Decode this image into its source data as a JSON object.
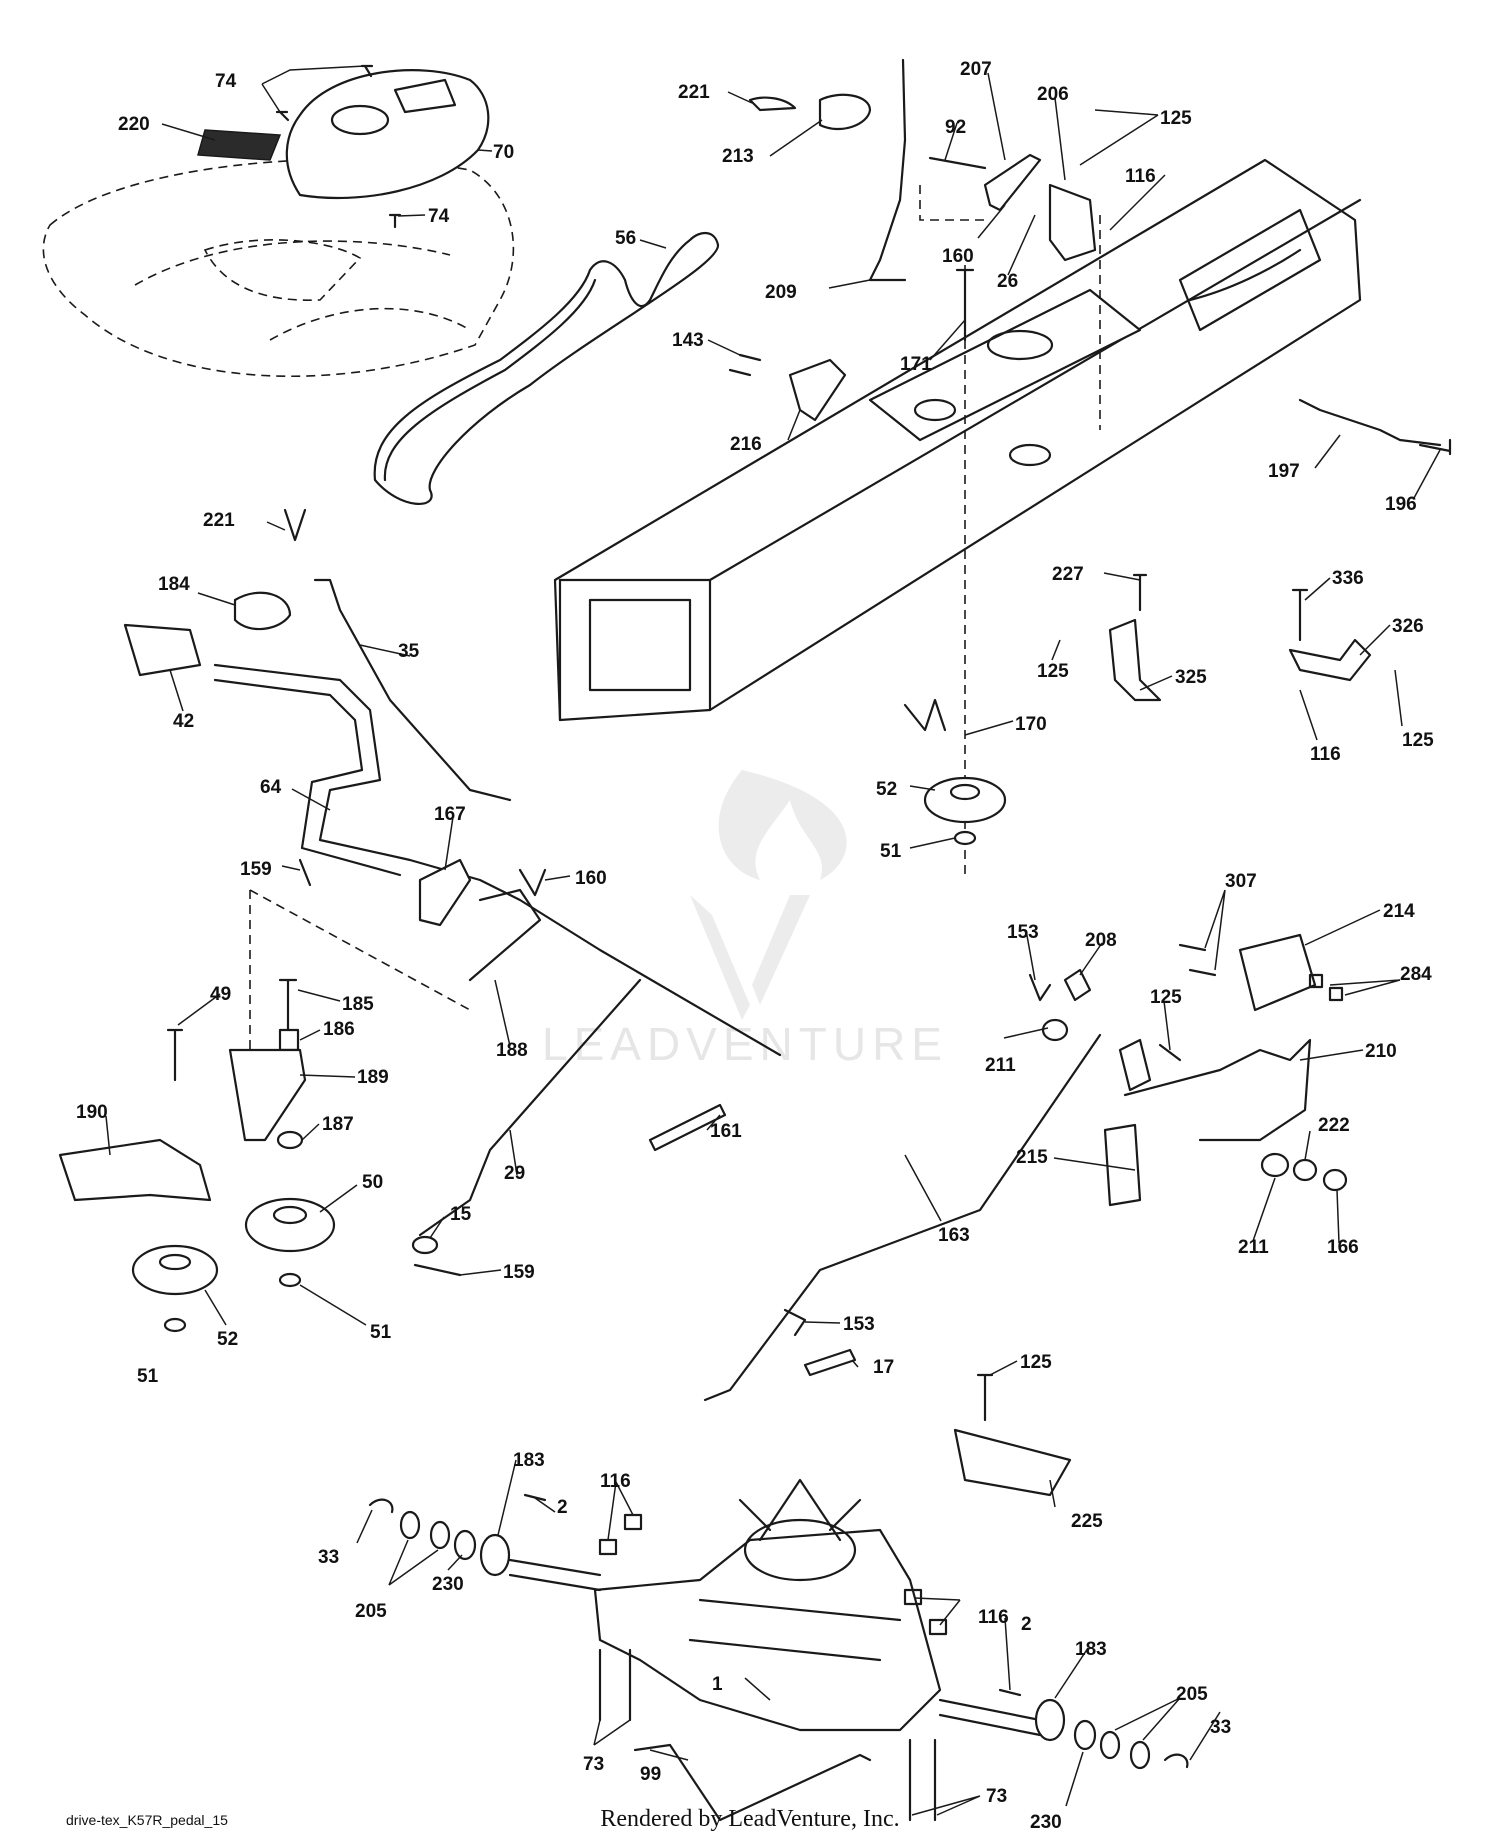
{
  "drawing_id": "drive-tex_K57R_pedal_15",
  "credit": "Rendered by LeadVenture, Inc.",
  "watermark": {
    "text": "LEADVENTURE"
  },
  "callouts": [
    {
      "id": "c1",
      "label": "74"
    },
    {
      "id": "c2",
      "label": "220"
    },
    {
      "id": "c3",
      "label": "70"
    },
    {
      "id": "c4",
      "label": "74"
    },
    {
      "id": "c5",
      "label": "221"
    },
    {
      "id": "c6",
      "label": "213"
    },
    {
      "id": "c7",
      "label": "207"
    },
    {
      "id": "c8",
      "label": "92"
    },
    {
      "id": "c9",
      "label": "206"
    },
    {
      "id": "c10",
      "label": "125"
    },
    {
      "id": "c11",
      "label": "116"
    },
    {
      "id": "c12",
      "label": "160"
    },
    {
      "id": "c13",
      "label": "26"
    },
    {
      "id": "c14",
      "label": "56"
    },
    {
      "id": "c15",
      "label": "209"
    },
    {
      "id": "c16",
      "label": "143"
    },
    {
      "id": "c17",
      "label": "171"
    },
    {
      "id": "c18",
      "label": "216"
    },
    {
      "id": "c19",
      "label": "197"
    },
    {
      "id": "c20",
      "label": "196"
    },
    {
      "id": "c21",
      "label": "221"
    },
    {
      "id": "c22",
      "label": "184"
    },
    {
      "id": "c23",
      "label": "35"
    },
    {
      "id": "c24",
      "label": "42"
    },
    {
      "id": "c25",
      "label": "227"
    },
    {
      "id": "c26",
      "label": "125"
    },
    {
      "id": "c27",
      "label": "325"
    },
    {
      "id": "c28",
      "label": "336"
    },
    {
      "id": "c29",
      "label": "326"
    },
    {
      "id": "c30",
      "label": "125"
    },
    {
      "id": "c31",
      "label": "116"
    },
    {
      "id": "c32",
      "label": "170"
    },
    {
      "id": "c33",
      "label": "52"
    },
    {
      "id": "c34",
      "label": "51"
    },
    {
      "id": "c35",
      "label": "64"
    },
    {
      "id": "c36",
      "label": "167"
    },
    {
      "id": "c37",
      "label": "160"
    },
    {
      "id": "c38",
      "label": "159"
    },
    {
      "id": "c39",
      "label": "307"
    },
    {
      "id": "c40",
      "label": "214"
    },
    {
      "id": "c41",
      "label": "153"
    },
    {
      "id": "c42",
      "label": "208"
    },
    {
      "id": "c43",
      "label": "284"
    },
    {
      "id": "c44",
      "label": "49"
    },
    {
      "id": "c45",
      "label": "185"
    },
    {
      "id": "c46",
      "label": "186"
    },
    {
      "id": "c47",
      "label": "188"
    },
    {
      "id": "c48",
      "label": "125"
    },
    {
      "id": "c49",
      "label": "211"
    },
    {
      "id": "c50",
      "label": "210"
    },
    {
      "id": "c51",
      "label": "189"
    },
    {
      "id": "c52",
      "label": "190"
    },
    {
      "id": "c53",
      "label": "187"
    },
    {
      "id": "c54",
      "label": "161"
    },
    {
      "id": "c55",
      "label": "50"
    },
    {
      "id": "c56",
      "label": "29"
    },
    {
      "id": "c57",
      "label": "215"
    },
    {
      "id": "c58",
      "label": "222"
    },
    {
      "id": "c59",
      "label": "15"
    },
    {
      "id": "c60",
      "label": "163"
    },
    {
      "id": "c61",
      "label": "211"
    },
    {
      "id": "c62",
      "label": "166"
    },
    {
      "id": "c63",
      "label": "159"
    },
    {
      "id": "c64",
      "label": "51"
    },
    {
      "id": "c65",
      "label": "52"
    },
    {
      "id": "c66",
      "label": "51"
    },
    {
      "id": "c67",
      "label": "153"
    },
    {
      "id": "c68",
      "label": "17"
    },
    {
      "id": "c69",
      "label": "125"
    },
    {
      "id": "c70",
      "label": "183"
    },
    {
      "id": "c71",
      "label": "116"
    },
    {
      "id": "c72",
      "label": "2"
    },
    {
      "id": "c73",
      "label": "33"
    },
    {
      "id": "c74",
      "label": "230"
    },
    {
      "id": "c75",
      "label": "205"
    },
    {
      "id": "c76",
      "label": "225"
    },
    {
      "id": "c77",
      "label": "116"
    },
    {
      "id": "c78",
      "label": "2"
    },
    {
      "id": "c79",
      "label": "183"
    },
    {
      "id": "c80",
      "label": "1"
    },
    {
      "id": "c81",
      "label": "73"
    },
    {
      "id": "c82",
      "label": "205"
    },
    {
      "id": "c83",
      "label": "33"
    },
    {
      "id": "c84",
      "label": "99"
    },
    {
      "id": "c85",
      "label": "73"
    },
    {
      "id": "c86",
      "label": "230"
    }
  ]
}
